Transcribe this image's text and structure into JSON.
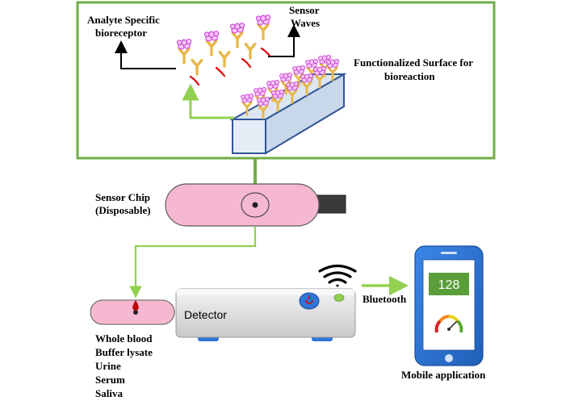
{
  "labels": {
    "analyte_line1": "Analyte Specific",
    "analyte_line2": "bioreceptor",
    "sensor_line1": "Sensor",
    "sensor_line2": "Waves",
    "functionalized_line1": "Functionalized Surface for",
    "functionalized_line2": "bioreaction",
    "chip_line1": "Sensor Chip",
    "chip_line2": "(Disposable)",
    "detector": "Detector",
    "bluetooth": "Bluetooth",
    "mobile_app": "Mobile application"
  },
  "samples": [
    "Whole blood",
    "Buffer lysate",
    "Urine",
    "Serum",
    "Saliva"
  ],
  "phone": {
    "reading": "128"
  },
  "colors": {
    "frame_green": "#70ad47",
    "arrow_green": "#92d050",
    "chip_pink": "#f5b8d0",
    "box_blue": "#dce6f2",
    "box_outline": "#2f5597",
    "antibody": "#e8b84a",
    "antigen": "#d946ef",
    "wave_red": "#e00000",
    "phone_blue": "#2e75d6",
    "screen_green": "#5a9e3a"
  },
  "icons": [
    "wifi-icon",
    "power-button-icon",
    "gauge-icon",
    "blood-drop-icon",
    "sample-well-icon"
  ]
}
